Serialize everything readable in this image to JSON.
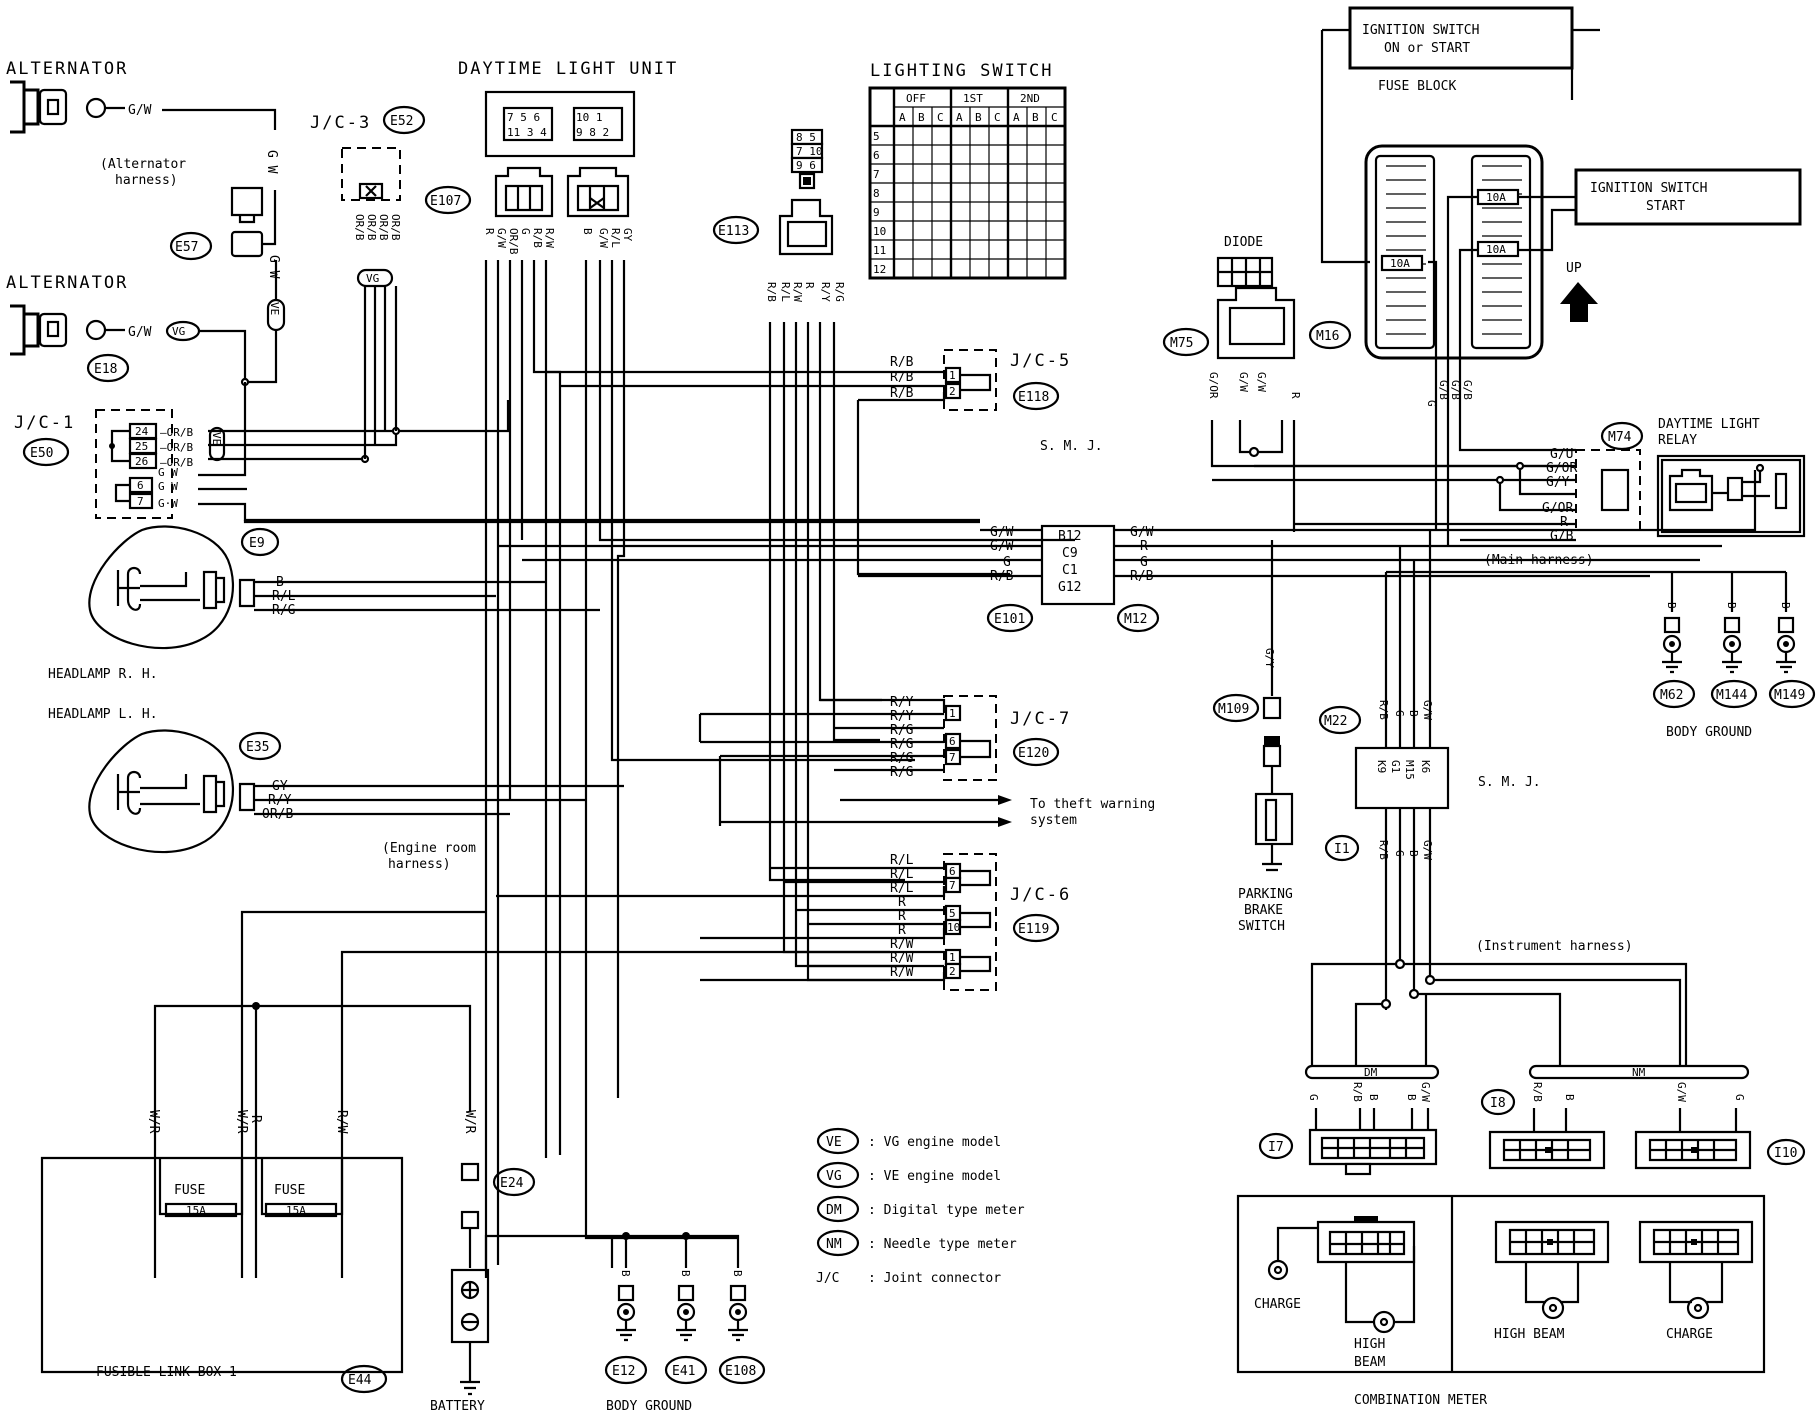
{
  "labels": {
    "alternator_top": "ALTERNATOR",
    "alt_harness_1": "(Alternator",
    "alt_harness_2": "harness)",
    "alternator_bot": "ALTERNATOR",
    "daytime_light_unit": "DAYTIME LIGHT UNIT",
    "lighting_switch": "LIGHTING SWITCH",
    "ign_on_1": "IGNITION SWITCH",
    "ign_on_2": "ON or START",
    "fuse_block": "FUSE BLOCK",
    "ign_start_1": "IGNITION SWITCH",
    "ign_start_2": "START",
    "up": "UP",
    "diode": "DIODE",
    "dl_relay_1": "DAYTIME LIGHT",
    "dl_relay_2": "RELAY",
    "main_harness": "(Main harness)",
    "smj_top": "S. M. J.",
    "smj_right": "S. M. J.",
    "headlamp_rh": "HEADLAMP R. H.",
    "headlamp_lh": "HEADLAMP L. H.",
    "body_ground_right": "BODY GROUND",
    "warning_1": "To theft warning",
    "warning_2": "system",
    "eng_harness_1": "(Engine room",
    "eng_harness_2": "harness)",
    "parking_1": "PARKING",
    "parking_2": "BRAKE",
    "parking_3": "SWITCH",
    "instr_harness": "(Instrument harness)",
    "fuse": "FUSE",
    "fuse_rating": "15A",
    "fusible_link": "FUSIBLE LINK BOX—1",
    "battery": "BATTERY",
    "body_ground_bottom": "BODY GROUND",
    "combination_meter": "COMBINATION METER",
    "charge": "CHARGE",
    "high_beam_1": "HIGH",
    "high_beam_2": "BEAM",
    "high_beam": "HIGH BEAM",
    "jc1": "J/C-1",
    "jc3": "J/C-3",
    "jc5": "J/C-5",
    "jc6": "J/C-6",
    "jc7": "J/C-7",
    "fuse_10a": "10A",
    "dm": "DM",
    "nm": "NM"
  },
  "connectors": {
    "E52": "E52",
    "E57": "E57",
    "E18": "E18",
    "E50": "E50",
    "E9": "E9",
    "E35": "E35",
    "E107": "E107",
    "E113": "E113",
    "E118": "E118",
    "E120": "E120",
    "E119": "E119",
    "E101": "E101",
    "M12": "M12",
    "M75": "M75",
    "M16": "M16",
    "M74": "M74",
    "M62": "M62",
    "M144": "M144",
    "M149": "M149",
    "M109": "M109",
    "M22": "M22",
    "I1": "I1",
    "I7": "I7",
    "I8": "I8",
    "I10": "I10",
    "E24": "E24",
    "E44": "E44",
    "E12": "E12",
    "E41": "E41",
    "E108": "E108"
  },
  "legend": [
    {
      "code": "VE",
      "text": ": VG engine model"
    },
    {
      "code": "VG",
      "text": ": VE engine model"
    },
    {
      "code": "DM",
      "text": ": Digital type meter"
    },
    {
      "code": "NM",
      "text": ": Needle type meter"
    },
    {
      "code": "J/C",
      "text": ": Joint connector"
    }
  ],
  "smj_pins": {
    "B12": "B12",
    "C9": "C9",
    "C1": "C1",
    "G12": "G12"
  },
  "lighting_switch_table": {
    "positions": [
      "OFF",
      "1ST",
      "2ND"
    ],
    "sub": [
      "A",
      "B",
      "C",
      "A",
      "B",
      "C",
      "A",
      "B",
      "C"
    ],
    "rows": [
      "5",
      "6",
      "7",
      "8",
      "9",
      "10",
      "11",
      "12"
    ]
  },
  "wire_colors": {
    "gw": "G/W",
    "rb": "R/B",
    "ry": "R/Y",
    "rg": "R/G",
    "rl": "R/L",
    "rw": "R/W",
    "r": "R",
    "g": "G",
    "b": "B",
    "gy": "GY",
    "orb": "OR/B",
    "wr": "W/R",
    "gb": "G/B",
    "gu": "G/U",
    "gor": "G/OR",
    "gyy": "G/Y"
  },
  "colors": {
    "line": "#000000",
    "background": "#ffffff"
  }
}
